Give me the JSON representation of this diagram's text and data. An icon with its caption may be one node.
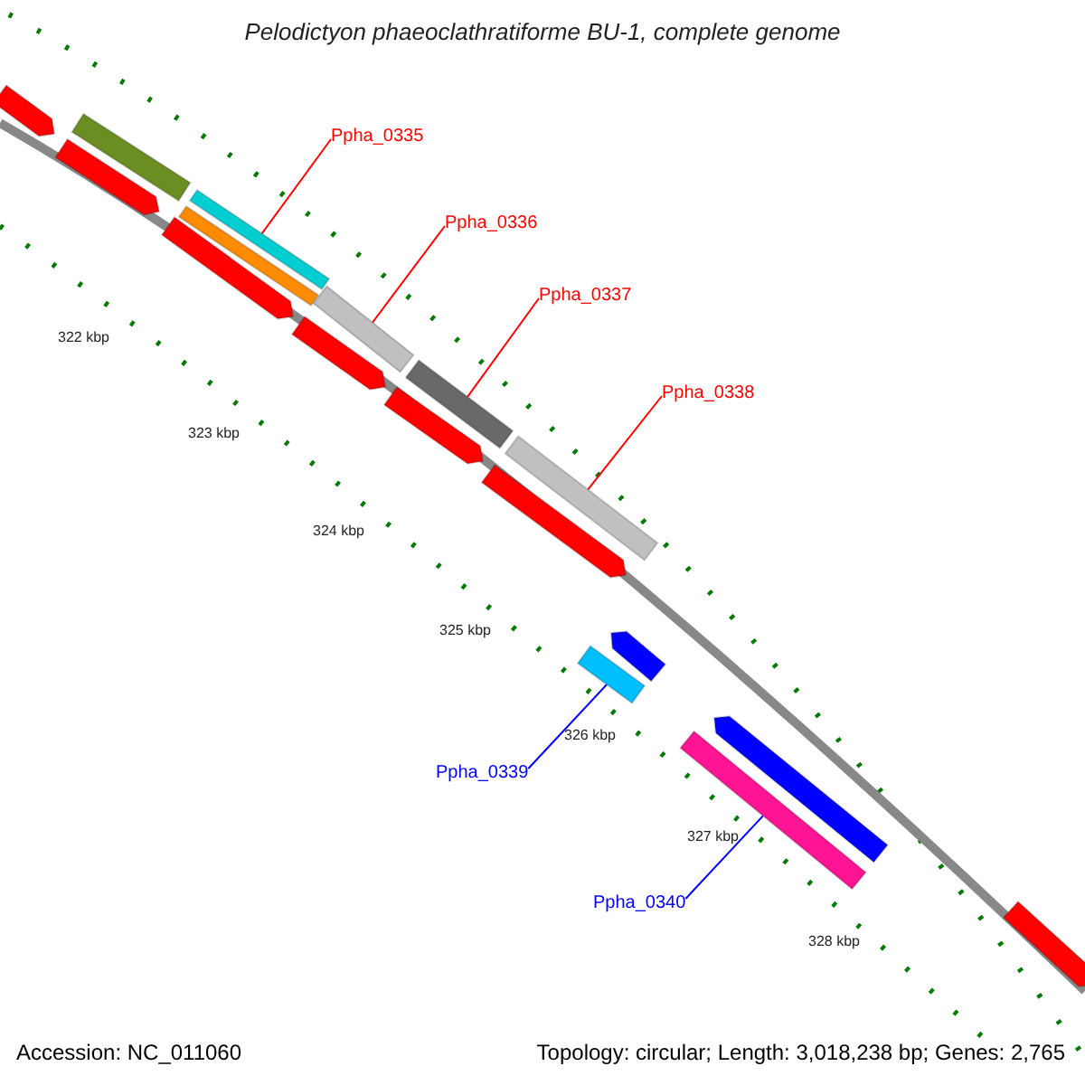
{
  "diagram": {
    "title": "Pelodictyon phaeoclathratiforme BU-1, complete genome",
    "nodes": [
      {
        "text": [
          "Ppha_0335"
        ]
      },
      {
        "text": [],
        "shape": "bar"
      },
      {
        "text": [
          "Ppha_0336"
        ]
      },
      {
        "text": [],
        "shape": "bar"
      },
      {
        "text": [
          "Ppha_0337"
        ]
      },
      {
        "text": [],
        "shape": "bar"
      },
      {
        "text": [
          "Ppha_0338"
        ]
      },
      {
        "text": [],
        "shape": "bar"
      },
      {
        "text": [
          "Ppha_0339"
        ]
      },
      {
        "text": [],
        "shape": "bar"
      },
      {
        "text": [
          "Ppha_0340"
        ]
      },
      {
        "text": [],
        "shape": "bar"
      },
      {
        "text": [],
        "shape": "bar"
      },
      {
        "text": [],
        "shape": "bar"
      },
      {
        "text": [],
        "shape": "bar"
      },
      {
        "text": [],
        "shape": "bar"
      },
      {
        "text": [],
        "shape": "bar"
      },
      {
        "text": [],
        "shape": "bar"
      },
      {
        "text": [],
        "shape": "bar"
      },
      {
        "text": [],
        "shape": "bar"
      },
      {
        "text": [],
        "shape": "bar"
      },
      {
        "text": [],
        "shape": "bar"
      },
      {
        "text": [],
        "shape": "bar"
      }
    ],
    "edges": [
      {
        "from": 0,
        "to": 1,
        "arrow": "none"
      },
      {
        "from": 2,
        "to": 3,
        "arrow": "none"
      },
      {
        "from": 4,
        "to": 5,
        "arrow": "none"
      },
      {
        "from": 6,
        "to": 7,
        "arrow": "none"
      },
      {
        "from": 8,
        "to": 9,
        "arrow": "none",
        "color": "#0000ff"
      },
      {
        "from": 10,
        "to": 11,
        "arrow": "none",
        "color": "#0000ff"
      }
    ],
    "labels": [
      "322 kbp",
      "323 kbp",
      "324 kbp",
      "325 kbp",
      "326 kbp",
      "327 kbp",
      "328 kbp",
      "Accession: NC_011060",
      "Topology: circular; Length: 3,018,238 bp; Genes: 2,765"
    ]
  }
}
